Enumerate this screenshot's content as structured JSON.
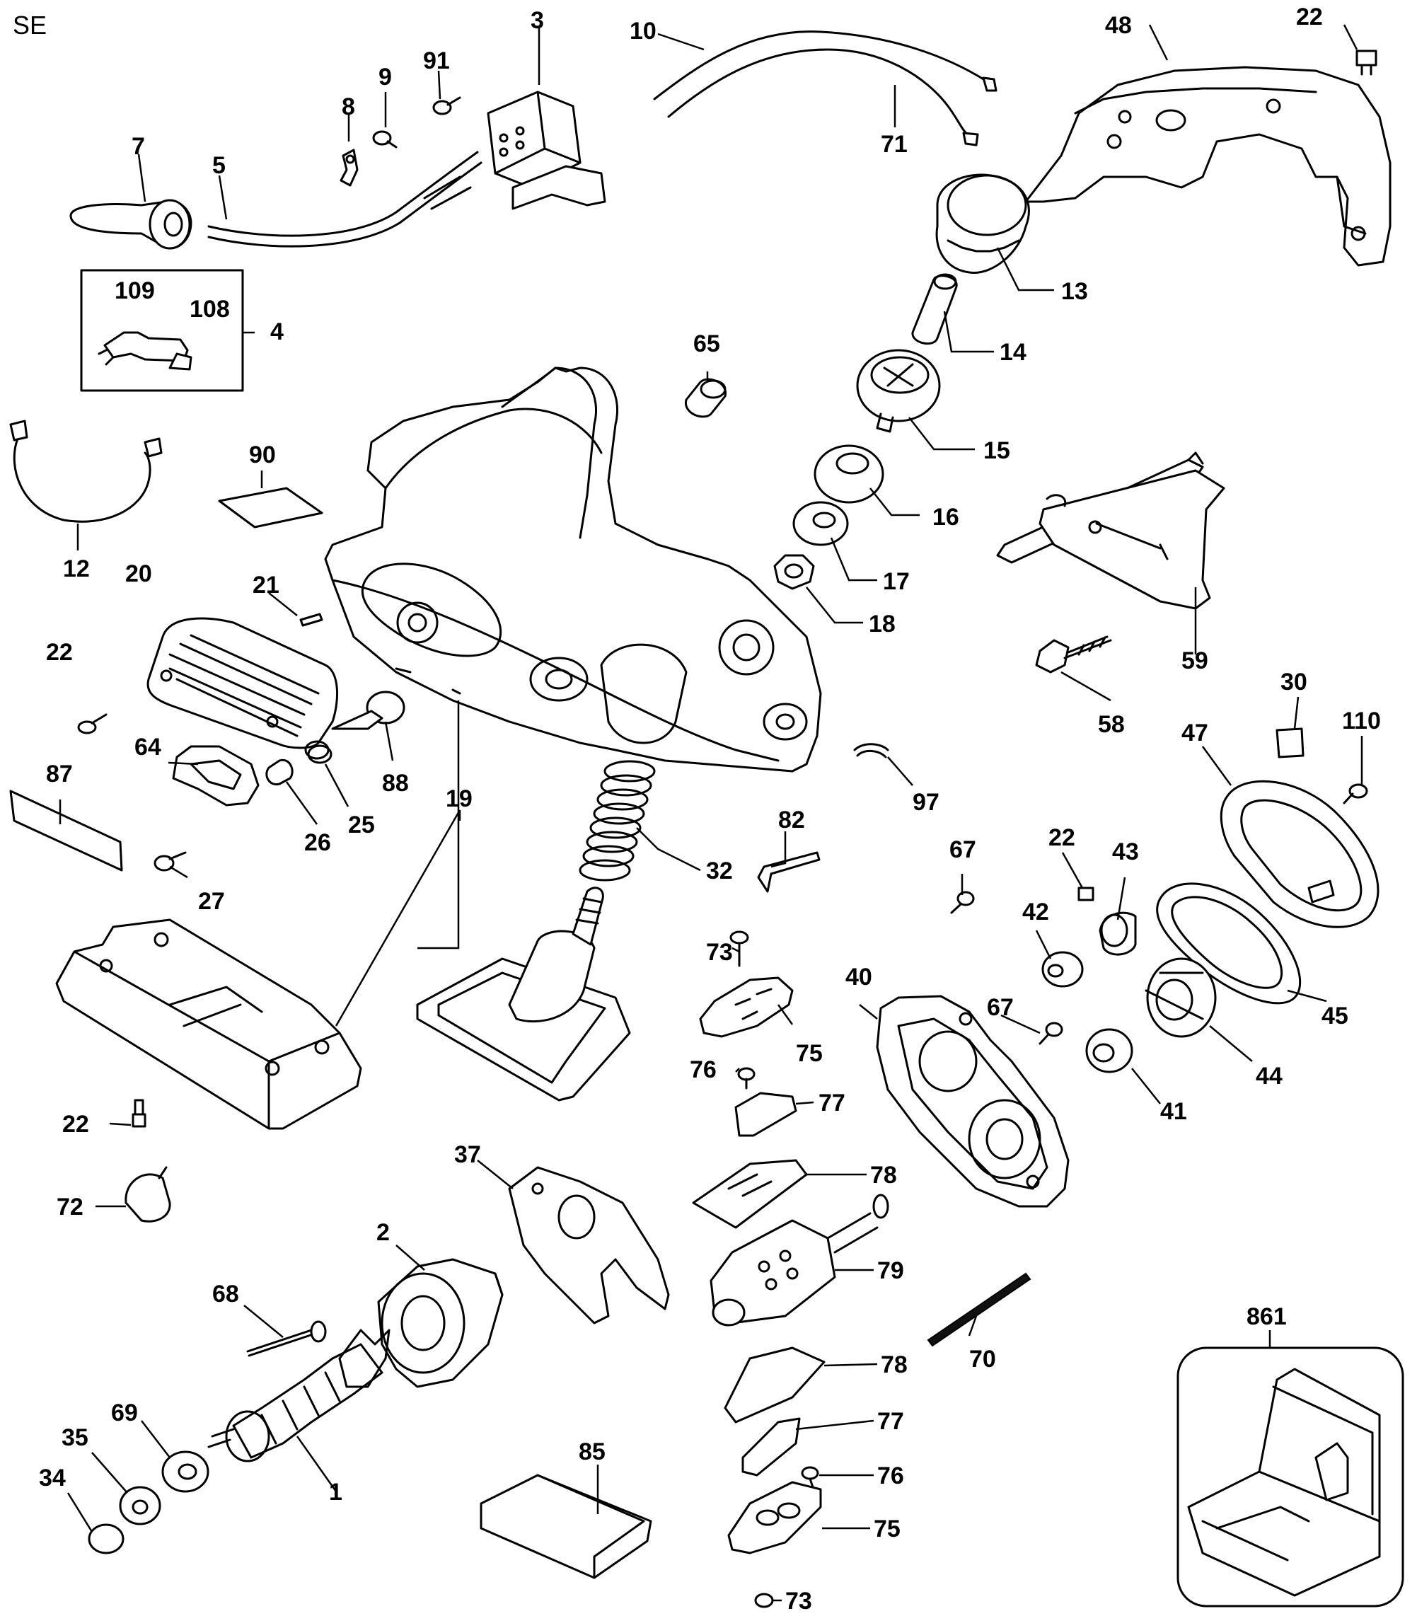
{
  "corner_code": "SE",
  "labels": {
    "p3": "3",
    "p10": "10",
    "p48": "48",
    "p22a": "22",
    "p8": "8",
    "p9": "9",
    "p91": "91",
    "p7": "7",
    "p5": "5",
    "p71": "71",
    "p109": "109",
    "p108": "108",
    "p4": "4",
    "p13": "13",
    "p14": "14",
    "p65": "65",
    "p15": "15",
    "p90": "90",
    "p16": "16",
    "p17": "17",
    "p18": "18",
    "p12": "12",
    "p20": "20",
    "p21": "21",
    "p59": "59",
    "p22b": "22",
    "p58": "58",
    "p30": "30",
    "p110": "110",
    "p64": "64",
    "p47": "47",
    "p88": "88",
    "p87": "87",
    "p19": "19",
    "p97": "97",
    "p26": "26",
    "p25": "25",
    "p82": "82",
    "p67a": "67",
    "p22c": "22",
    "p43": "43",
    "p27": "27",
    "p32": "32",
    "p42": "42",
    "p73a": "73",
    "p40": "40",
    "p67b": "67",
    "p45": "45",
    "p75a": "75",
    "p44": "44",
    "p76a": "76",
    "p22d": "22",
    "p77a": "77",
    "p41": "41",
    "p72": "72",
    "p37": "37",
    "p78a": "78",
    "p2": "2",
    "p79": "79",
    "p68": "68",
    "p861": "861",
    "p70": "70",
    "p78b": "78",
    "p69": "69",
    "p35": "35",
    "p77b": "77",
    "p85": "85",
    "p34": "34",
    "p1": "1",
    "p76b": "76",
    "p75b": "75",
    "p73b": "73"
  }
}
